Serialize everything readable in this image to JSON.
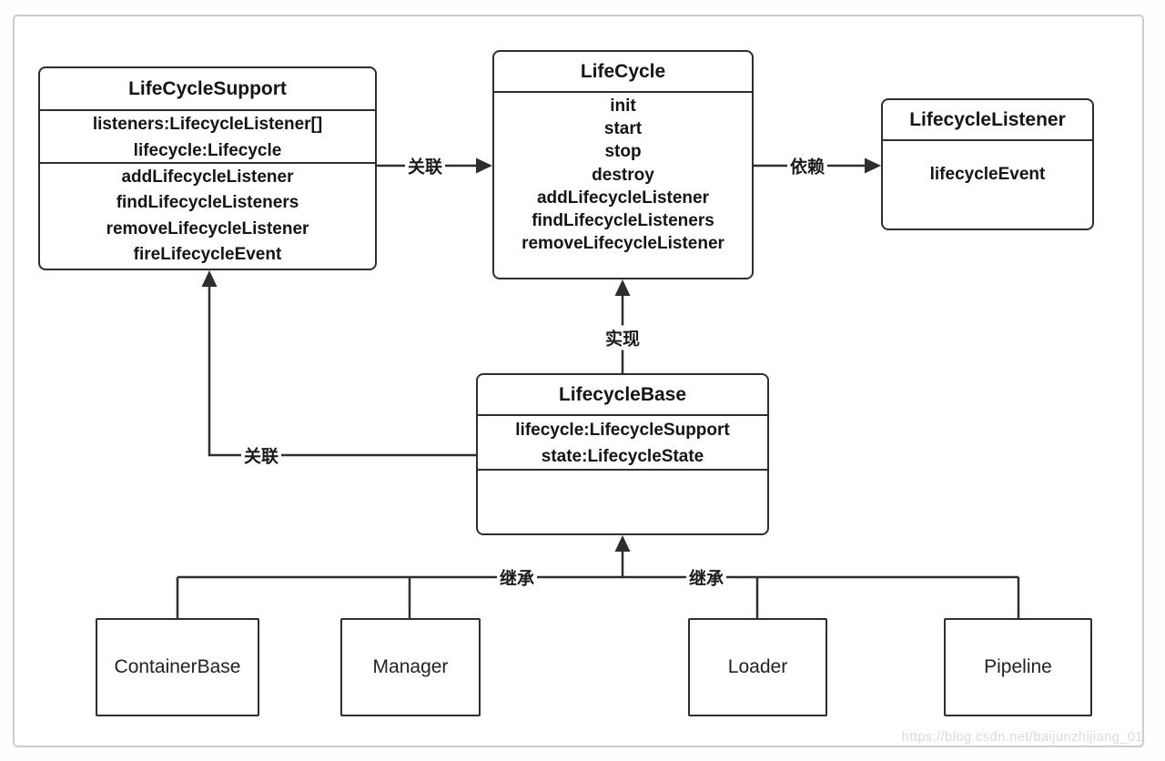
{
  "page": {
    "line_color": "#2e2e2e",
    "frame_border_color": "#cccccc",
    "watermark": "https://blog.csdn.net/baijunzhijiang_01"
  },
  "classes": {
    "lifecycle_support": {
      "title": "LifeCycleSupport",
      "attributes": [
        "listeners:LifecycleListener[]",
        "lifecycle:Lifecycle"
      ],
      "methods": [
        "addLifecycleListener",
        "findLifecycleListeners",
        "removeLifecycleListener",
        "fireLifecycleEvent"
      ]
    },
    "lifecycle": {
      "title": "LifeCycle",
      "methods": [
        "init",
        "start",
        "stop",
        "destroy",
        "addLifecycleListener",
        "findLifecycleListeners",
        "removeLifecycleListener"
      ]
    },
    "lifecycle_listener": {
      "title": "LifecycleListener",
      "methods": [
        "lifecycleEvent"
      ]
    },
    "lifecycle_base": {
      "title": "LifecycleBase",
      "attributes": [
        "lifecycle:LifecycleSupport",
        "state:LifecycleState"
      ]
    },
    "container_base": {
      "title": "ContainerBase"
    },
    "manager": {
      "title": "Manager"
    },
    "loader": {
      "title": "Loader"
    },
    "pipeline": {
      "title": "Pipeline"
    }
  },
  "relations": {
    "support_to_lifecycle": "关联",
    "lifecycle_to_listener": "依赖",
    "base_to_lifecycle": "实现",
    "base_to_support": "关联",
    "inherit_left": "继承",
    "inherit_right": "继承"
  }
}
